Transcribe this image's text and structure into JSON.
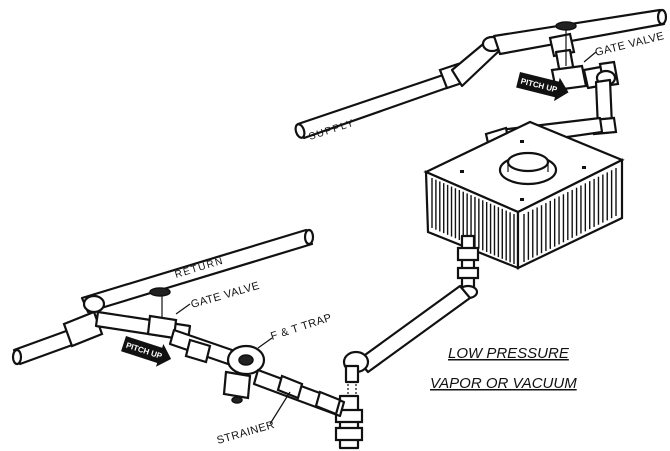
{
  "labels": {
    "supply": "SUPPLY",
    "return": "RETURN",
    "gate_valve_top": "GATE VALVE",
    "gate_valve_bottom": "GATE VALVE",
    "pitch_up_top": "PITCH UP",
    "pitch_up_bottom": "PITCH UP",
    "ft_trap": "F & T TRAP",
    "strainer": "STRAINER"
  },
  "title": {
    "line1": "LOW PRESSURE",
    "line2": "VAPOR OR VACUUM"
  }
}
